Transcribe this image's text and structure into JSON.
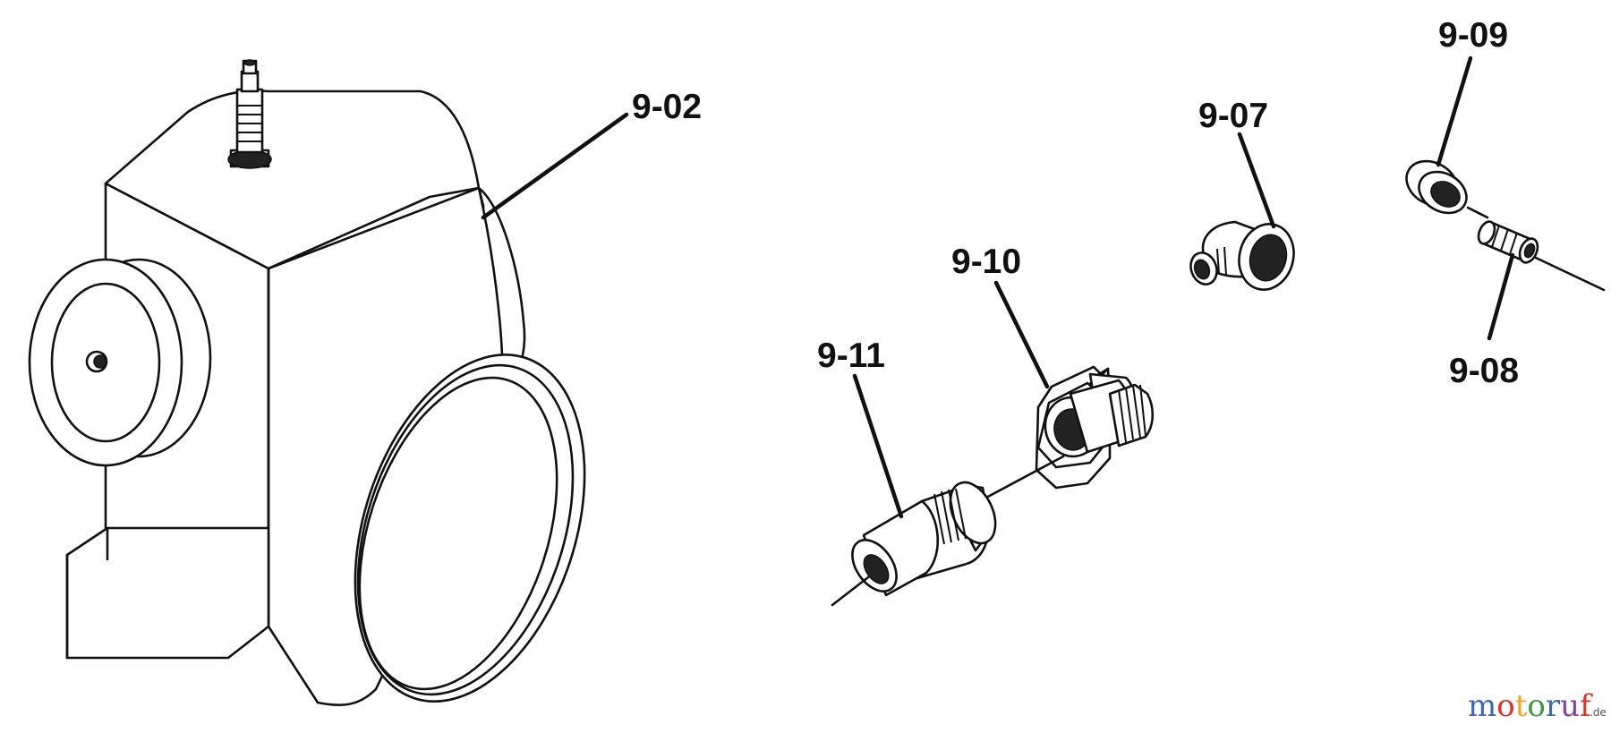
{
  "diagram": {
    "callouts": {
      "p902": "9-02",
      "p907": "9-07",
      "p909": "9-09",
      "p910": "9-10",
      "p911": "9-11",
      "p908": "9-08"
    }
  },
  "watermark": {
    "letters": [
      "m",
      "o",
      "t",
      "o",
      "r",
      "u",
      "f"
    ],
    "letter_colors": [
      "#3a66b8",
      "#e0302a",
      "#f2a71b",
      "#3a9a3c",
      "#3a66b8",
      "#8a3da0",
      "#e0302a"
    ],
    "suffix": ".de"
  }
}
